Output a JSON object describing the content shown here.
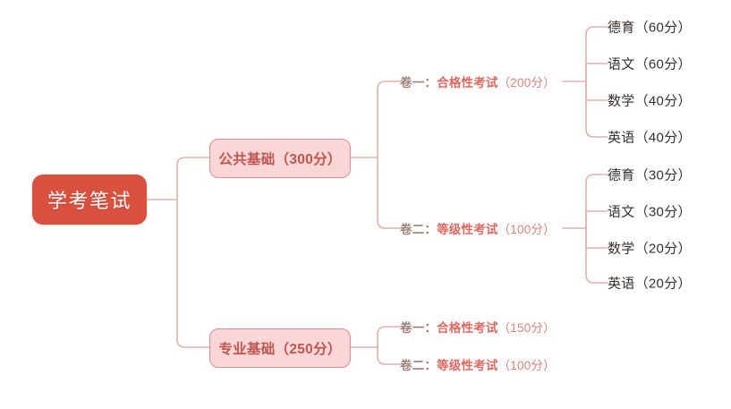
{
  "diagram": {
    "type": "mindmap-tree",
    "orientation": "left-to-right",
    "background_color": "#ffffff",
    "colors": {
      "root_fill": "#d9503f",
      "root_text": "#ffffff",
      "branch_fill": "#fad6d7",
      "branch_border": "#e08c8c",
      "branch_text": "#c0554e",
      "paper_prefix_text": "#9c8079",
      "paper_name_text": "#e0695f",
      "paper_score_text": "#d9837b",
      "leaf_text": "#34302f",
      "connector_line": "#e3b0ab"
    },
    "root": {
      "label": "学考笔试"
    },
    "branches": [
      {
        "id": "public-basis",
        "label": "公共基础（300分）",
        "papers": [
          {
            "id": "a1",
            "prefix": "卷一：",
            "name": "合格性考试",
            "score": "（200分）",
            "subjects": [
              {
                "name": "德育",
                "score": "（60分）"
              },
              {
                "name": "语文",
                "score": "（60分）"
              },
              {
                "name": "数学",
                "score": "（40分）"
              },
              {
                "name": "英语",
                "score": "（40分）"
              }
            ]
          },
          {
            "id": "a2",
            "prefix": "卷二：",
            "name": "等级性考试",
            "score": "（100分）",
            "subjects": [
              {
                "name": "德育",
                "score": "（30分）"
              },
              {
                "name": "语文",
                "score": "（30分）"
              },
              {
                "name": "数学",
                "score": "（20分）"
              },
              {
                "name": "英语",
                "score": "（20分）"
              }
            ]
          }
        ]
      },
      {
        "id": "major-basis",
        "label": "专业基础（250分）",
        "papers": [
          {
            "id": "b1",
            "prefix": "卷一：",
            "name": "合格性考试",
            "score": "（150分）",
            "subjects": []
          },
          {
            "id": "b2",
            "prefix": "卷二：",
            "name": "等级性考试",
            "score": "（100分）",
            "subjects": []
          }
        ]
      }
    ],
    "leaf_rows": {
      "group_a1": [
        {
          "name": "德育",
          "score": "（60分）"
        },
        {
          "name": "语文",
          "score": "（60分）"
        },
        {
          "name": "数学",
          "score": "（40分）"
        },
        {
          "name": "英语",
          "score": "（40分）"
        }
      ],
      "group_a2": [
        {
          "name": "德育",
          "score": "（30分）"
        },
        {
          "name": "语文",
          "score": "（30分）"
        },
        {
          "name": "数学",
          "score": "（20分）"
        },
        {
          "name": "英语",
          "score": "（20分）"
        }
      ]
    }
  }
}
